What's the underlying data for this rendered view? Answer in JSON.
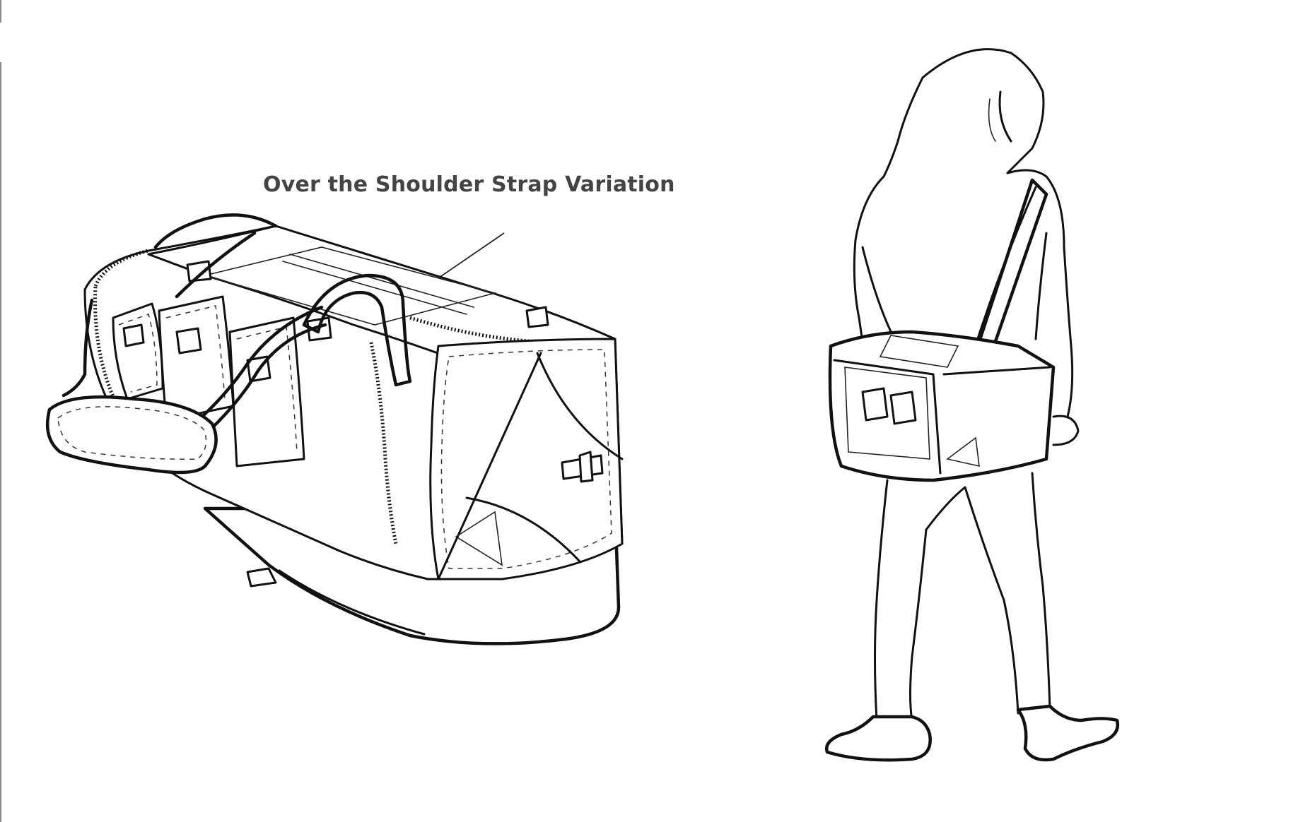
{
  "caption": {
    "text": "Over the Shoulder Strap Variation",
    "color": "#444444"
  },
  "illustrations": {
    "bag": "duffel-bag-with-shoulder-strap-sketch",
    "person": "person-wearing-bag-over-shoulder-sketch"
  },
  "colors": {
    "background": "#ffffff",
    "ink": "#111111"
  }
}
